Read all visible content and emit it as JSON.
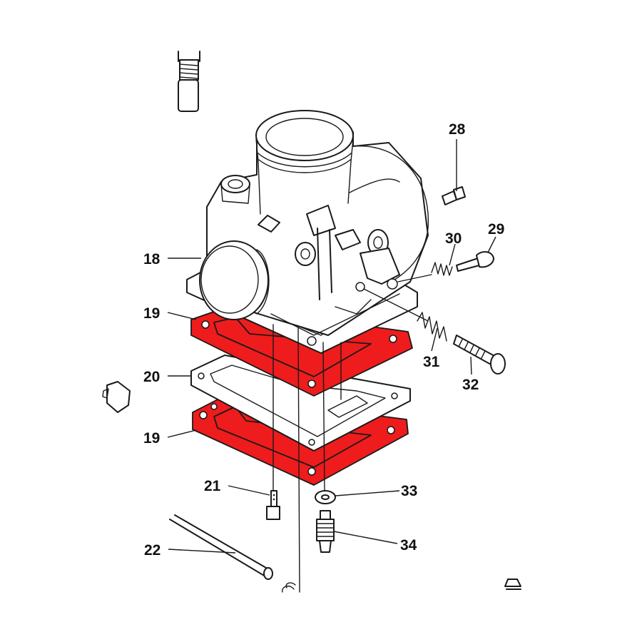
{
  "colors": {
    "highlight": "#ee1c1c",
    "line": "#1a1a1a",
    "background": "#ffffff"
  },
  "labels": {
    "l18": "18",
    "l19a": "19",
    "l19b": "19",
    "l20": "20",
    "l21": "21",
    "l22": "22",
    "l28": "28",
    "l29": "29",
    "l30": "30",
    "l31": "31",
    "l32": "32",
    "l33": "33",
    "l34": "34"
  }
}
